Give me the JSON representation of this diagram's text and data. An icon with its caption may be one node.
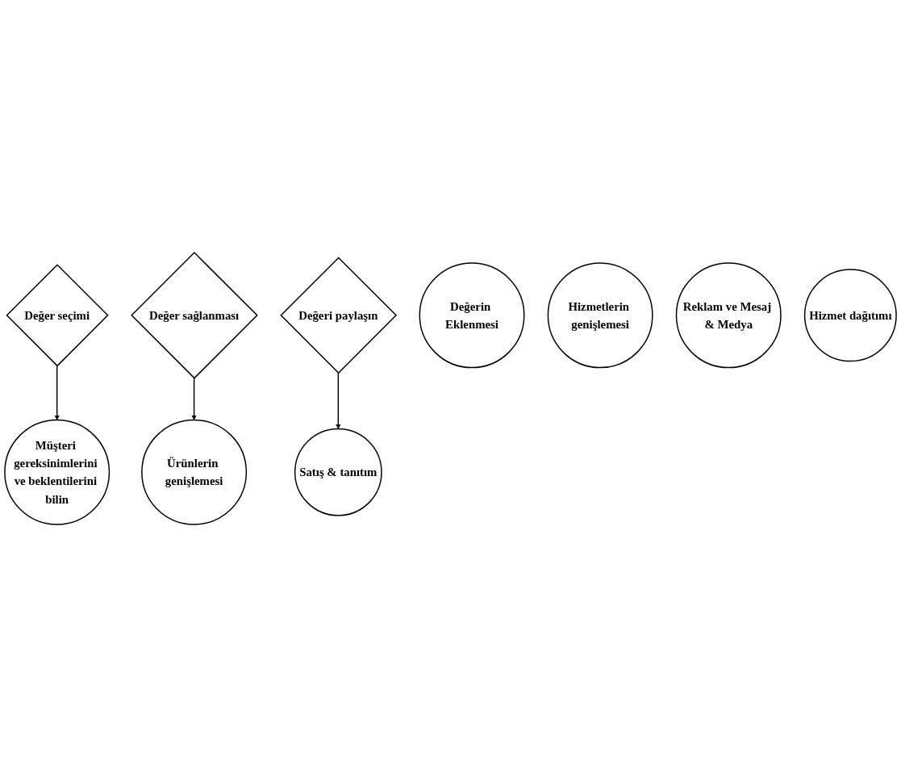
{
  "diagram": {
    "nodes": [
      {
        "text": [
          "Değer seçimi"
        ]
      },
      {
        "text": [
          "Değer sağlanması"
        ]
      },
      {
        "text": [
          "Değeri paylaşın"
        ]
      },
      {
        "text": [
          "Müşteri gereksinimlerini ve beklentilerini bilin"
        ]
      },
      {
        "text": [
          "Ürünlerin genişlemesi"
        ]
      },
      {
        "text": [
          "Satış & tanıtım"
        ]
      },
      {
        "text": [
          "Değerin Eklenmesi"
        ]
      },
      {
        "text": [
          "Hizmetlerin genişlemesi"
        ]
      },
      {
        "text": [
          "Reklam ve Mesaj & Medya"
        ]
      },
      {
        "text": [
          "Hizmet dağıtımı"
        ]
      }
    ],
    "edges": [
      {
        "from": 0,
        "to": 3,
        "arrow": "to"
      },
      {
        "from": 1,
        "to": 4,
        "arrow": "to"
      },
      {
        "from": 2,
        "to": 5,
        "arrow": "to"
      }
    ]
  }
}
